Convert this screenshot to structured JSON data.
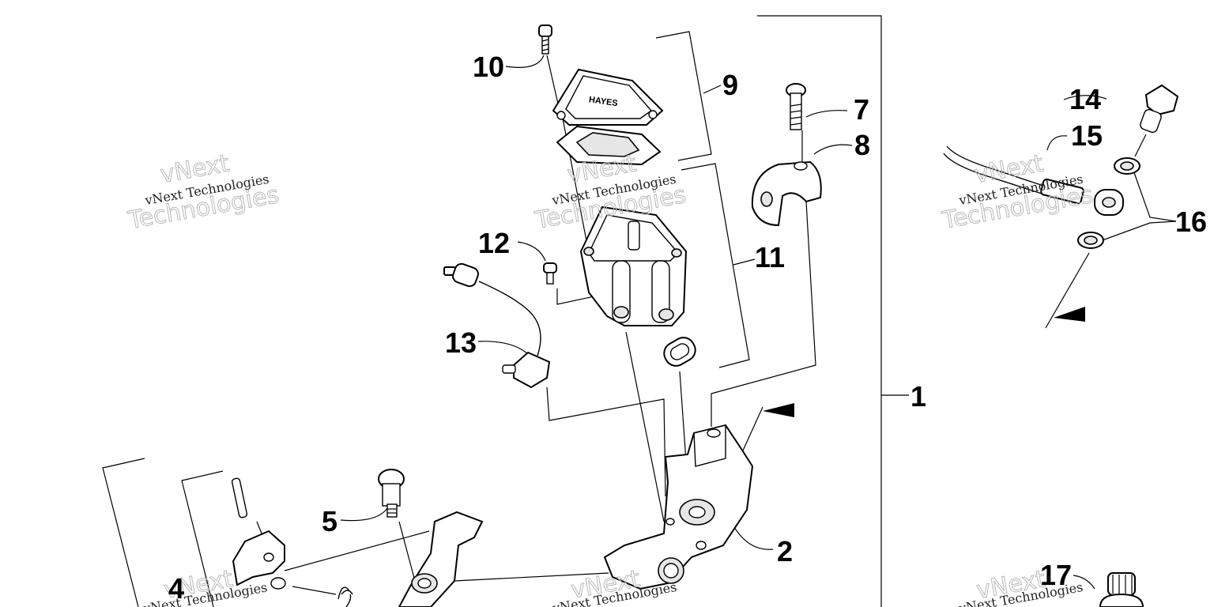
{
  "callouts": [
    {
      "id": "1",
      "label": "1"
    },
    {
      "id": "2",
      "label": "2"
    },
    {
      "id": "4",
      "label": "4"
    },
    {
      "id": "5",
      "label": "5"
    },
    {
      "id": "7",
      "label": "7"
    },
    {
      "id": "8",
      "label": "8"
    },
    {
      "id": "9",
      "label": "9"
    },
    {
      "id": "10",
      "label": "10"
    },
    {
      "id": "11",
      "label": "11"
    },
    {
      "id": "12",
      "label": "12"
    },
    {
      "id": "13",
      "label": "13"
    },
    {
      "id": "14",
      "label": "14"
    },
    {
      "id": "15",
      "label": "15"
    },
    {
      "id": "16",
      "label": "16"
    },
    {
      "id": "17",
      "label": "17"
    }
  ],
  "watermark": {
    "brand_small": "vNext Technologies",
    "brand_big_top": "vNext",
    "brand_big_bottom": "Technologies"
  },
  "reservoir_cover_text": "HAYES"
}
